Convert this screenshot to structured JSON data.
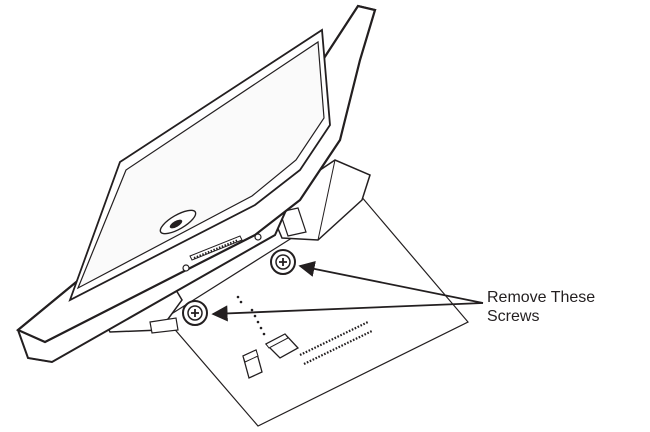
{
  "callout": {
    "line1": "Remove These",
    "line2": "Screws"
  },
  "colors": {
    "line": "#231f20",
    "fill": "#ffffff",
    "bezel_inner": "#e9e9e9"
  },
  "parts": {
    "screws": [
      "screw-right",
      "screw-left"
    ],
    "arrow_count": 2
  }
}
